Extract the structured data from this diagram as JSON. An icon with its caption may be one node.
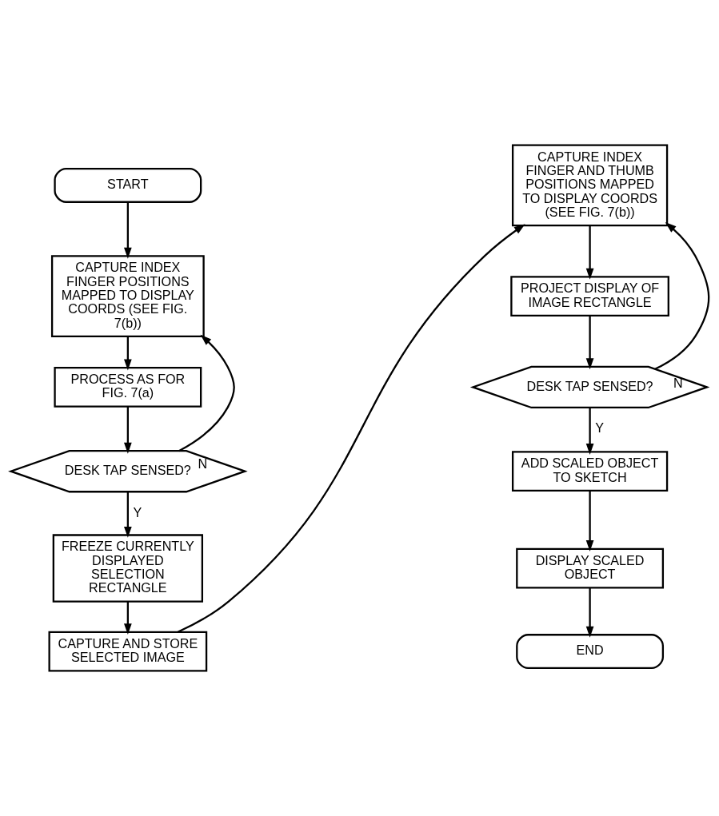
{
  "diagram": {
    "nodes": [
      {
        "text": [
          "START"
        ]
      },
      {
        "text": [
          "CAPTURE INDEX FINGER POSITIONS MAPPED TO DISPLAY COORDS (SEE FIG. 7(b))"
        ]
      },
      {
        "text": [
          "PROCESS AS FOR FIG. 7(a)"
        ]
      },
      {
        "text": [
          "DESK TAP SENSED?"
        ]
      },
      {
        "text": [
          "FREEZE CURRENTLY DISPLAYED SELECTION RECTANGLE"
        ]
      },
      {
        "text": [
          "CAPTURE AND STORE SELECTED IMAGE"
        ]
      },
      {
        "text": [
          "CAPTURE INDEX FINGER AND THUMB POSITIONS MAPPED TO DISPLAY COORDS (SEE FIG. 7(b))"
        ]
      },
      {
        "text": [
          "PROJECT DISPLAY OF IMAGE RECTANGLE"
        ]
      },
      {
        "text": [
          "DESK TAP SENSED?"
        ]
      },
      {
        "text": [
          "ADD SCALED OBJECT TO SKETCH"
        ]
      },
      {
        "text": [
          "DISPLAY SCALED OBJECT"
        ]
      },
      {
        "text": [
          "END"
        ]
      }
    ],
    "edges": [
      {
        "from": 0,
        "to": 1,
        "arrow": "to"
      },
      {
        "from": 1,
        "to": 2,
        "arrow": "to"
      },
      {
        "from": 2,
        "to": 3,
        "arrow": "to"
      },
      {
        "from": 3,
        "to": 1,
        "arrow": "to",
        "label": "N"
      },
      {
        "from": 3,
        "to": 4,
        "arrow": "to",
        "label": "Y"
      },
      {
        "from": 4,
        "to": 5,
        "arrow": "to"
      },
      {
        "from": 5,
        "to": 6,
        "arrow": "to"
      },
      {
        "from": 6,
        "to": 7,
        "arrow": "to"
      },
      {
        "from": 7,
        "to": 8,
        "arrow": "to"
      },
      {
        "from": 8,
        "to": 6,
        "arrow": "to",
        "label": "N"
      },
      {
        "from": 8,
        "to": 9,
        "arrow": "to",
        "label": "Y"
      },
      {
        "from": 9,
        "to": 10,
        "arrow": "to"
      },
      {
        "from": 10,
        "to": 11,
        "arrow": "to"
      }
    ]
  }
}
